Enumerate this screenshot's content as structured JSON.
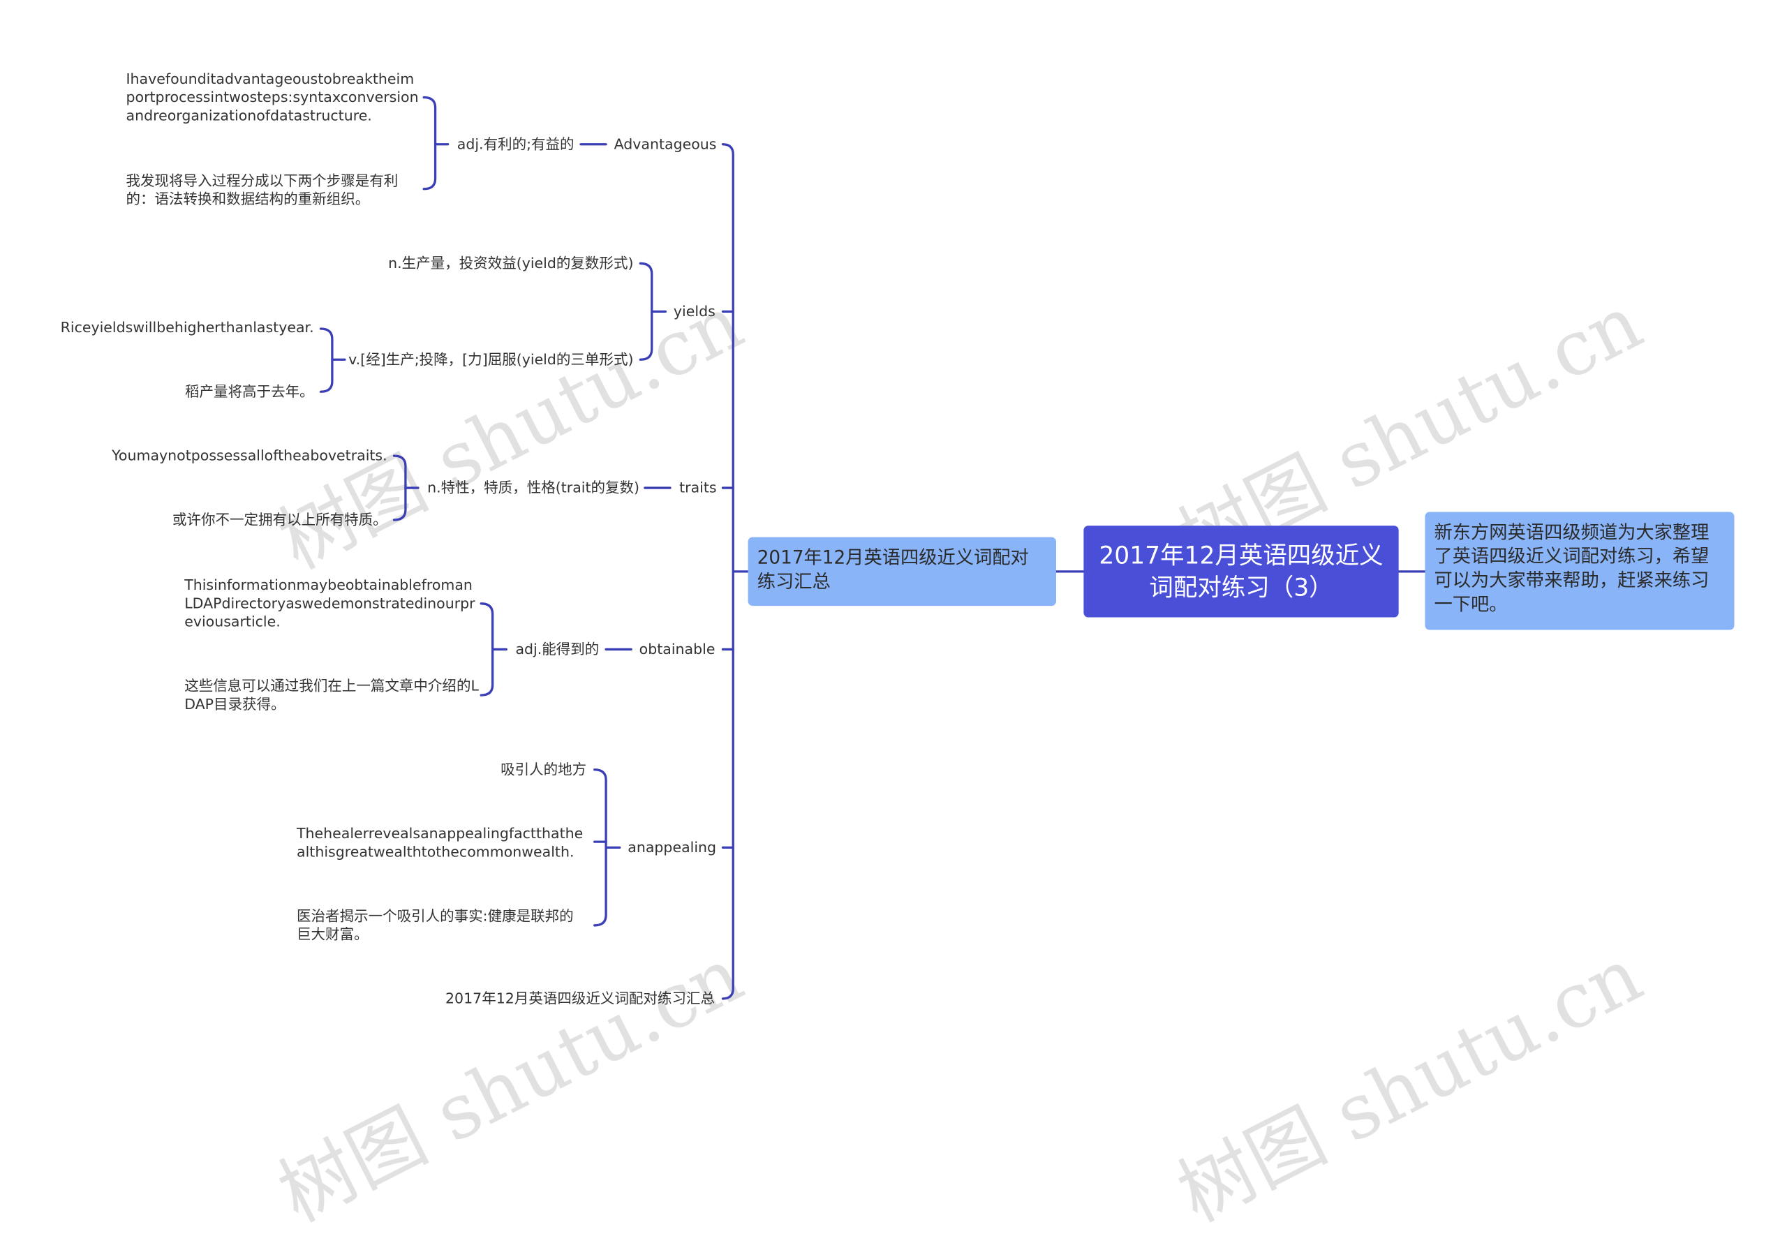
{
  "central": {
    "title": "2017年12月英语四级近义词配对练习（3）"
  },
  "right_node": {
    "text": "新东方网英语四级频道为大家整理了英语四级近义词配对练习，希望可以为大家带来帮助，赶紧来练习一下吧。"
  },
  "left_node": {
    "text": "2017年12月英语四级近义词配对练习汇总"
  },
  "branches": {
    "advantageous": {
      "word": "Advantageous",
      "meaning": "adj.有利的;有益的",
      "example_en": "Ihavefounditadvantageoustobreaktheimportprocessintwosteps:syntaxconversionandreorganizationofdatastructure.",
      "example_zh": "我发现将导入过程分成以下两个步骤是有利的：语法转换和数据结构的重新组织。"
    },
    "yields": {
      "word": "yields",
      "meaning_noun": "n.生产量，投资效益(yield的复数形式)",
      "meaning_verb": "v.[经]生产;投降，[力]屈服(yield的三单形式)",
      "example_en": "Riceyieldswillbehigherthanlastyear.",
      "example_zh": "稻产量将高于去年。"
    },
    "traits": {
      "word": "traits",
      "meaning": "n.特性，特质，性格(trait的复数)",
      "example_en": "Youmaynotpossessalloftheabovetraits.",
      "example_zh": "或许你不一定拥有以上所有特质。"
    },
    "obtainable": {
      "word": "obtainable",
      "meaning": "adj.能得到的",
      "example_en": "ThisinformationmaybeobtainablefromanLDAPdirectoryaswedemonstratedinourpreviousarticle.",
      "example_zh": "这些信息可以通过我们在上一篇文章中介绍的LDAP目录获得。"
    },
    "anappealing": {
      "word": "anappealing",
      "meaning": "吸引人的地方",
      "example_en": "Thehealerrevealsanappealingfactthathealthisgreatwealthtothecommonwealth.",
      "example_zh": "医治者揭示一个吸引人的事实:健康是联邦的巨大财富。"
    },
    "summary": {
      "word": "2017年12月英语四级近义词配对练习汇总"
    }
  },
  "watermark": "树图 shutu.cn",
  "colors": {
    "line": "#3b3fb5",
    "central": "#4a4fd8",
    "node": "#8ab4f8"
  }
}
